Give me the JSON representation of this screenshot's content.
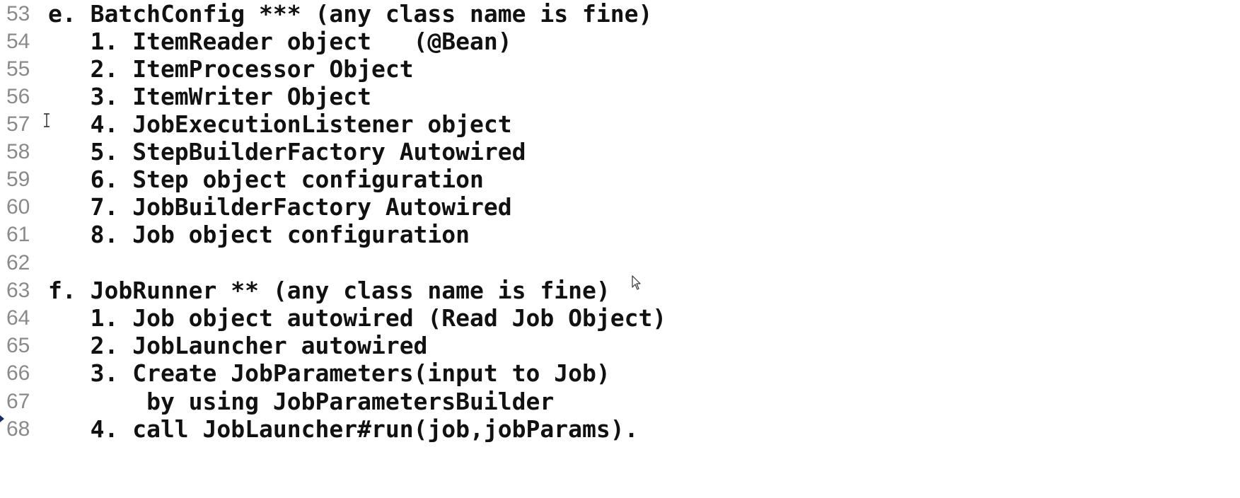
{
  "editor": {
    "lines": [
      {
        "number": "53",
        "text": "e. BatchConfig *** (any class name is fine)"
      },
      {
        "number": "54",
        "text": "   1. ItemReader object   (@Bean)"
      },
      {
        "number": "55",
        "text": "   2. ItemProcessor Object"
      },
      {
        "number": "56",
        "text": "   3. ItemWriter Object"
      },
      {
        "number": "57",
        "text": "   4. JobExecutionListener object"
      },
      {
        "number": "58",
        "text": "   5. StepBuilderFactory Autowired"
      },
      {
        "number": "59",
        "text": "   6. Step object configuration"
      },
      {
        "number": "60",
        "text": "   7. JobBuilderFactory Autowired"
      },
      {
        "number": "61",
        "text": "   8. Job object configuration"
      },
      {
        "number": "62",
        "text": ""
      },
      {
        "number": "63",
        "text": "f. JobRunner ** (any class name is fine)"
      },
      {
        "number": "64",
        "text": "   1. Job object autowired (Read Job Object)"
      },
      {
        "number": "65",
        "text": "   2. JobLauncher autowired"
      },
      {
        "number": "66",
        "text": "   3. Create JobParameters(input to Job)"
      },
      {
        "number": "67",
        "text": "       by using JobParametersBuilder"
      },
      {
        "number": "68",
        "text": "   4. call JobLauncher#run(job,jobParams)."
      }
    ]
  },
  "colors": {
    "background": "#ffffff",
    "line_number": "#8a8a8a",
    "code_text": "#111111",
    "gutter_marker": "#1a2a6c"
  },
  "icons": {
    "text_cursor": "i-beam-cursor-icon",
    "mouse_pointer": "arrow-pointer-icon",
    "gutter_marker": "current-line-marker-icon"
  }
}
